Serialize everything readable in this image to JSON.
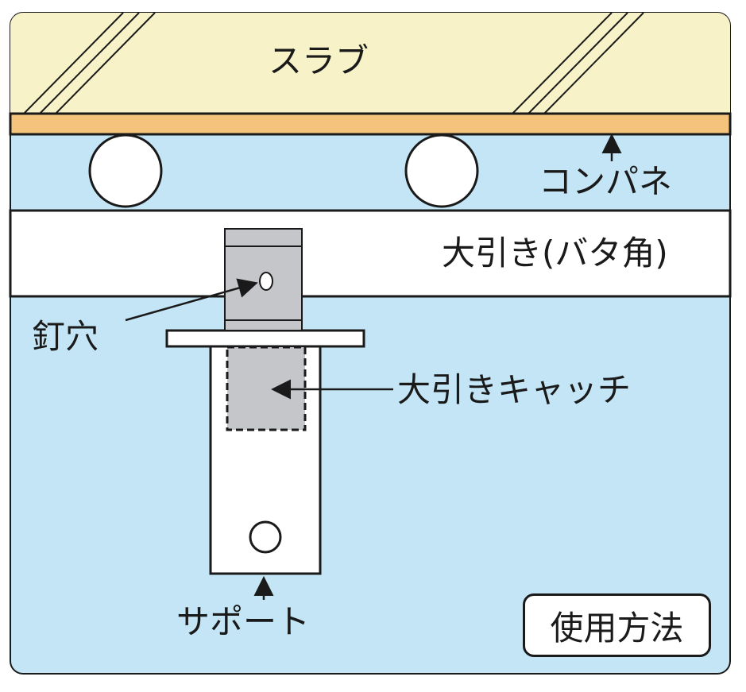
{
  "labels": {
    "slab": "スラブ",
    "konpane": "コンパネ",
    "oobiki": "大引き(バタ角)",
    "kugiana": "釘穴",
    "oobiki_catch": "大引きキャッチ",
    "support": "サポート",
    "usage": "使用方法"
  },
  "colors": {
    "background_blue": "#c3e5f5",
    "slab_yellow": "#f8f2c8",
    "konpane_orange": "#f5c37c",
    "catch_gray": "#c4c6ca",
    "outline": "#1a1a1a"
  }
}
